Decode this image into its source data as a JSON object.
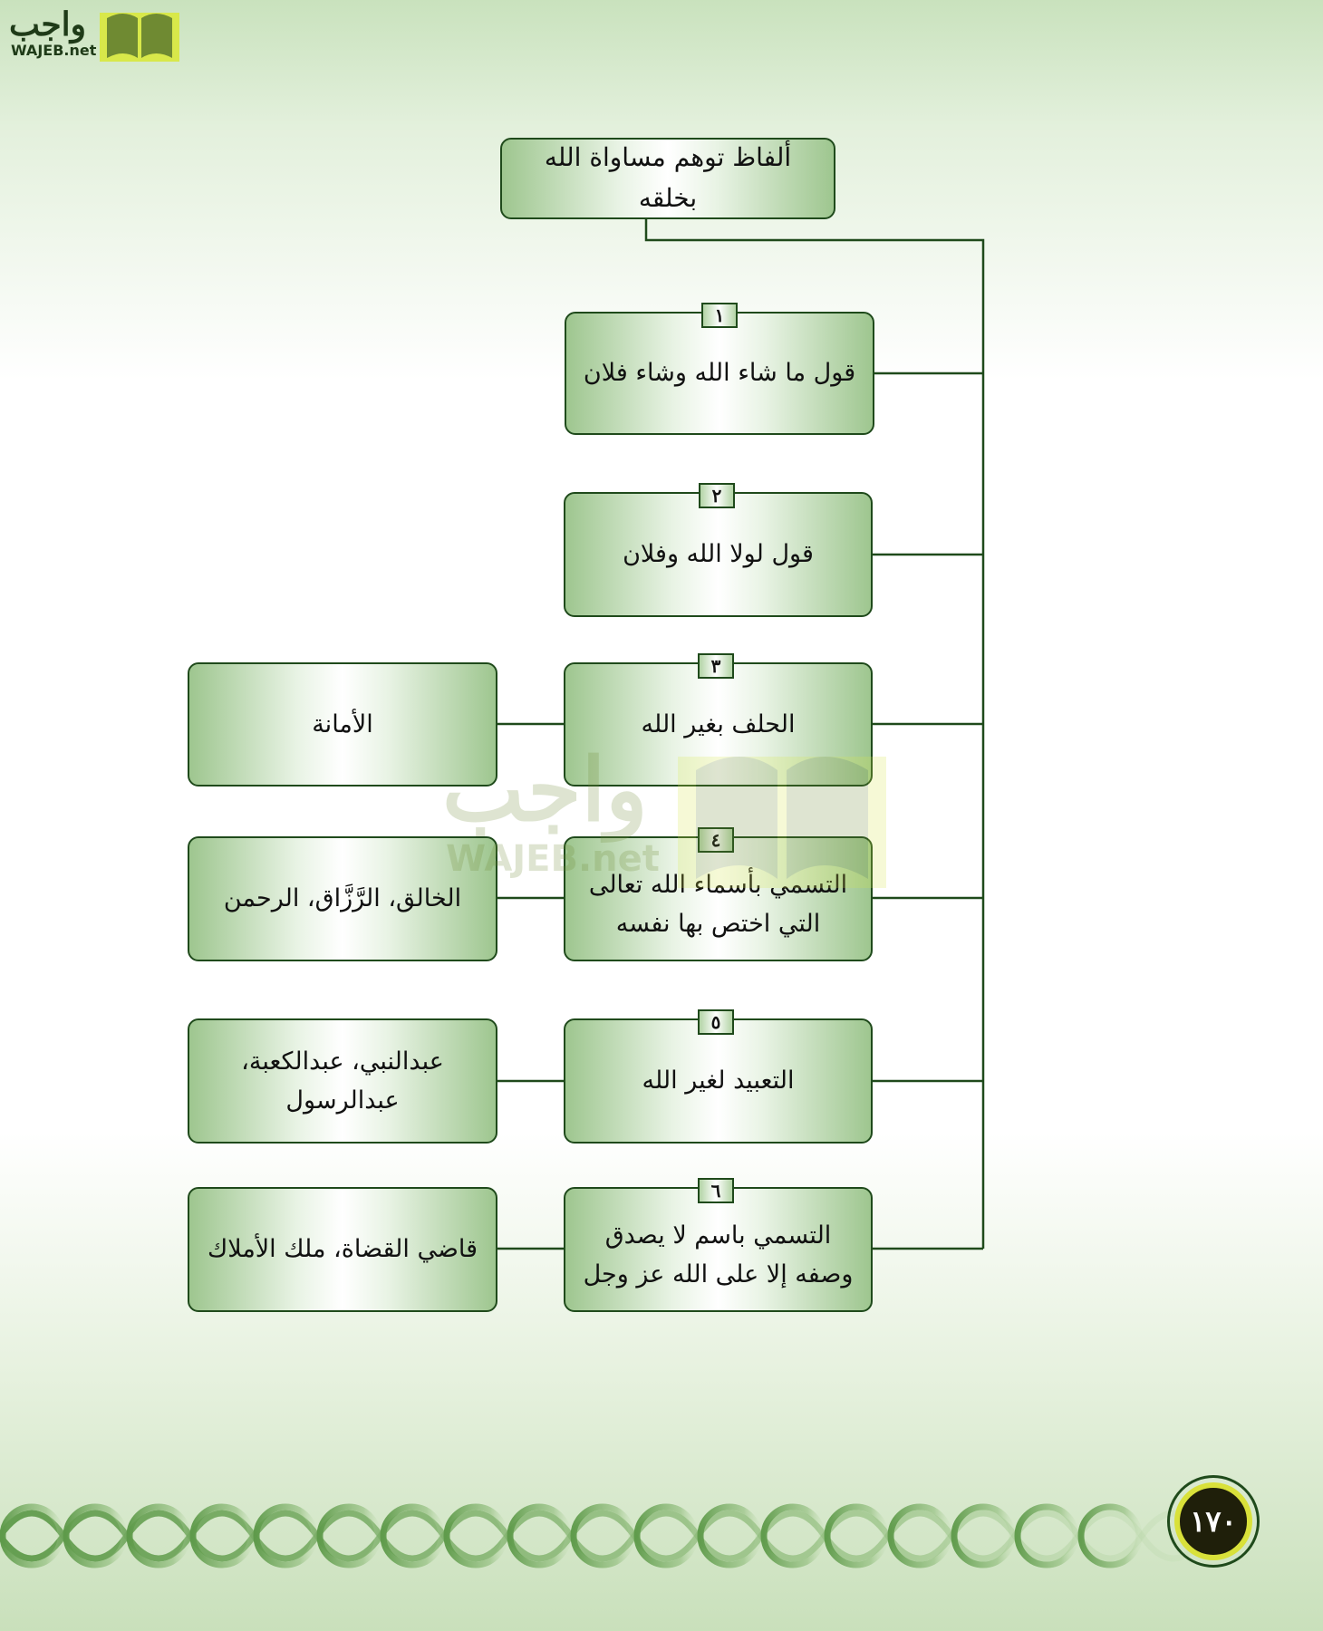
{
  "logo": {
    "word": "واجب",
    "latin": "WAJEB.net"
  },
  "watermark": {
    "word": "واجب",
    "latin": "WAJEB.net"
  },
  "diagram": {
    "title": "ألفاظ توهم مساواة الله بخلقه",
    "items": [
      {
        "number": "١",
        "text": "قول ما شاء الله وشاء فلان"
      },
      {
        "number": "٢",
        "text": "قول لولا الله وفلان"
      },
      {
        "number": "٣",
        "text": "الحلف بغير الله",
        "example": "الأمانة"
      },
      {
        "number": "٤",
        "text": "التسمي بأسماء الله تعالى التي اختص بها نفسه",
        "example": "الخالق، الرَّزَّاق، الرحمن"
      },
      {
        "number": "٥",
        "text": "التعبيد لغير الله",
        "example": "عبدالنبي، عبدالكعبة، عبدالرسول"
      },
      {
        "number": "٦",
        "text": "التسمي باسم لا يصدق وصفه إلا على الله عز وجل",
        "example": "قاضي القضاة، ملك الأملاك"
      }
    ]
  },
  "page_number": "١٧٠",
  "colors": {
    "border": "#1f4a1b",
    "accent": "#d9e13a"
  }
}
